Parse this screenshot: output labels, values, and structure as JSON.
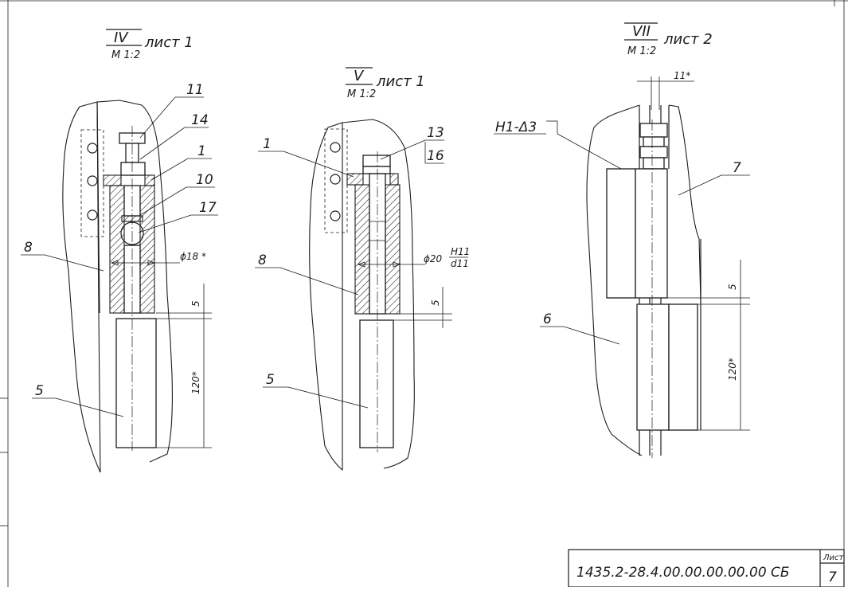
{
  "views": {
    "iv": {
      "numeral": "IV",
      "sheet": "лист 1",
      "scale": "М 1:2"
    },
    "v": {
      "numeral": "V",
      "sheet": "лист 1",
      "scale": "М 1:2"
    },
    "vii": {
      "numeral": "VII",
      "sheet": "лист 2",
      "scale": "М 1:2"
    }
  },
  "callouts": {
    "iv": {
      "p11": "11",
      "p14": "14",
      "p1": "1",
      "p10": "10",
      "p17": "17",
      "p8": "8",
      "p5": "5"
    },
    "v": {
      "p13": "13",
      "p16": "16",
      "p1": "1",
      "p8": "8",
      "p5": "5"
    },
    "vii": {
      "p7": "7",
      "p6": "6",
      "weld": "Н1-Δ3"
    }
  },
  "dimensions": {
    "iv": {
      "dia": "ϕ18 *",
      "gap": "5",
      "len": "120*"
    },
    "v": {
      "dia": "ϕ20",
      "fit_top": "Н11",
      "fit_bottom": "d11",
      "gap": "5"
    },
    "vii": {
      "top": "11*",
      "gap": "5",
      "len": "120*"
    }
  },
  "title_block": {
    "designation": "1435.2-28.4.00.00.00.00.00 СБ",
    "sheet_label": "Лист",
    "sheet_number": "7"
  }
}
